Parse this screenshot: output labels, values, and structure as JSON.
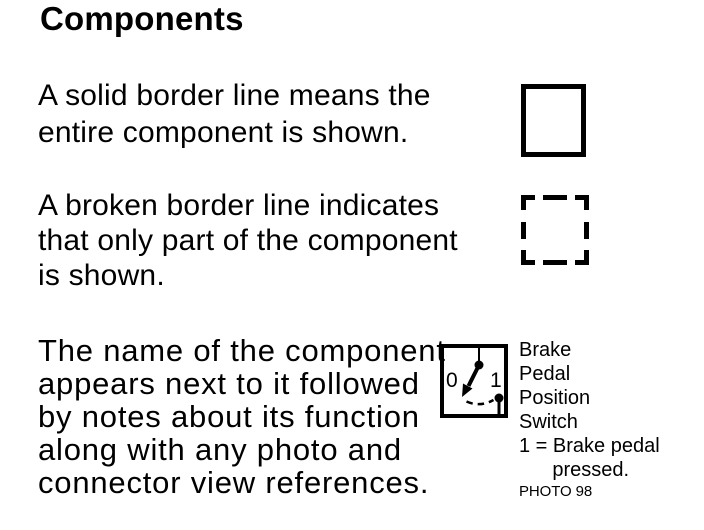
{
  "title": "Components",
  "colors": {
    "ink": "#000000",
    "paper": "#ffffff"
  },
  "sections": {
    "solid_border": {
      "symbol": "solid-border-box",
      "description": "A solid border line means the\nentire component is shown."
    },
    "broken_border": {
      "symbol": "broken-border-box",
      "description": "A broken border line indicates\nthat only part of the component\nis shown."
    },
    "component_naming": {
      "symbol": "brake-pedal-position-switch",
      "description": "The name of the component\nappears next to it followed\nby notes about its function\nalong with any photo and\nconnector view references.",
      "switch_labels": {
        "open": "0",
        "closed": "1"
      },
      "component_name": "Brake\nPedal\nPosition\nSwitch",
      "note": "1 = Brake pedal\n      pressed.",
      "photo_ref": "PHOTO 98"
    }
  }
}
